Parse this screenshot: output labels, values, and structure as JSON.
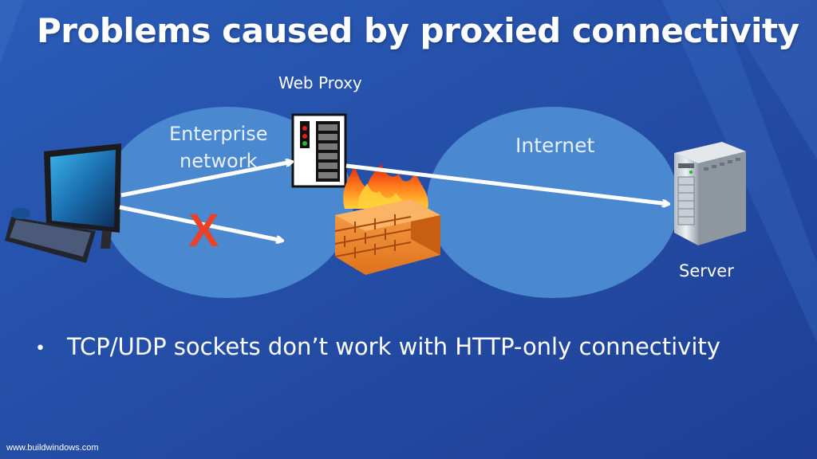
{
  "slide": {
    "title": "Problems caused by proxied connectivity",
    "bullets": [
      {
        "text": "TCP/UDP sockets don’t work with HTTP-only connectivity"
      }
    ],
    "footer": "www.buildwindows.com"
  },
  "diagram": {
    "proxy_label": "Web Proxy",
    "enterprise_label_line1": "Enterprise",
    "enterprise_label_line2": "network",
    "internet_label": "Internet",
    "server_label": "Server",
    "blocked_mark": "X",
    "icons": [
      "desktop-computer-icon",
      "web-proxy-server-icon",
      "firewall-icon",
      "server-tower-icon"
    ]
  },
  "colors": {
    "background": "#2450a6",
    "cloud": "#4a88d0",
    "arrow": "#ffffff",
    "blocked": "#e8432a"
  }
}
